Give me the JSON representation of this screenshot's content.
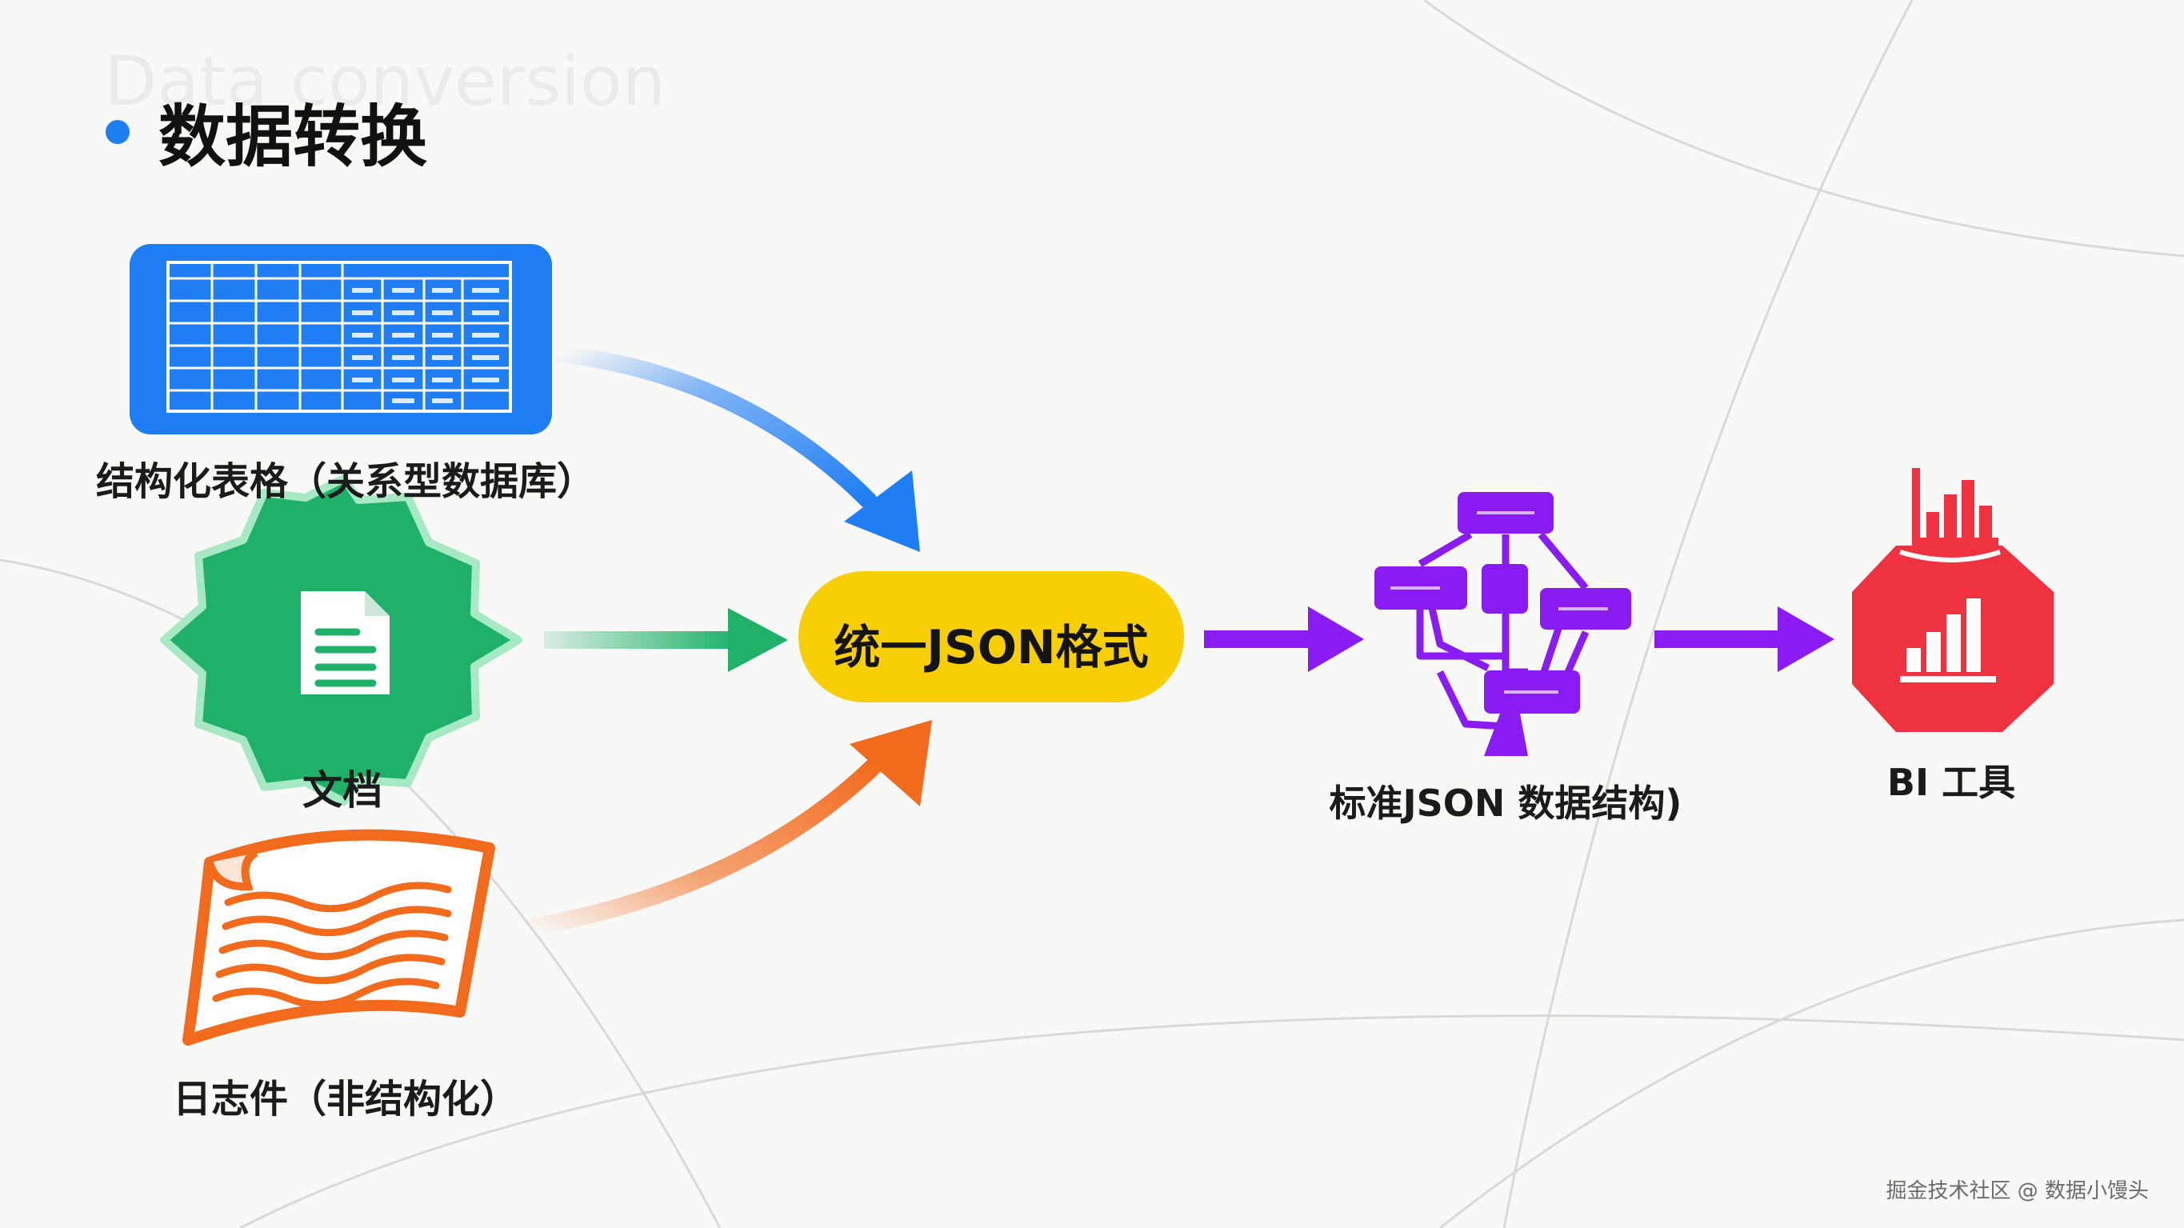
{
  "header": {
    "ghost_text": "Data conversion",
    "title": "数据转换"
  },
  "sources": {
    "table_label": "结构化表格（关系型数据库）",
    "doc_label": "文档",
    "log_label": "日志件（非结构化）"
  },
  "hub": {
    "label": "统一JSON格式"
  },
  "structure": {
    "label": "标准JSON 数据结构)"
  },
  "bi": {
    "label": "BI 工具"
  },
  "footer": {
    "watermark": "掘金技术社区 @ 数据小馒头"
  },
  "colors": {
    "table_blue": "#1f7ef3",
    "doc_green": "#1fb16a",
    "log_orange": "#f26a1b",
    "hub_yellow": "#f8cf05",
    "purple": "#8a1bf2",
    "bi_red": "#ef3240"
  }
}
